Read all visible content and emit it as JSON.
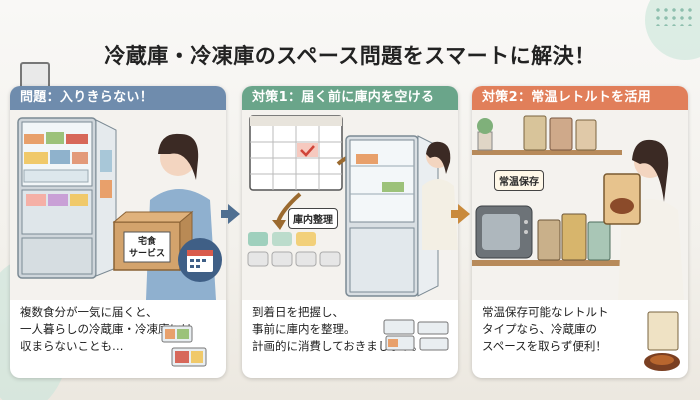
{
  "title": "冷蔵庫・冷凍庫のスペース問題をスマートに解決！",
  "panels": [
    {
      "heading": "問題：入りきらない！",
      "box_label_line1": "宅食",
      "box_label_line2": "サービス",
      "caption": [
        "複数食分が一気に届くと、",
        "一人暮らしの冷蔵庫・冷凍庫には",
        "収まらないことも…"
      ]
    },
    {
      "heading": "対策1：届く前に庫内を空ける",
      "tag": "庫内整理",
      "caption": [
        "到着日を把握し、",
        "事前に庫内を整理。",
        "計画的に消費しておきましょう。"
      ]
    },
    {
      "heading": "対策2：常温レトルトを活用",
      "tag": "常温保存",
      "caption": [
        "常温保存可能なレトルト",
        "タイプなら、冷蔵庫の",
        "スペースを取らず便利！"
      ]
    }
  ],
  "colors": {
    "panel1": "#6f8cad",
    "panel2": "#6aa58a",
    "panel3": "#e17f5a",
    "arrow1": "#4f6f91",
    "arrow2": "#c98a3c"
  },
  "icons": [
    "fridge-icon",
    "calendar-icon",
    "delivery-box-icon",
    "retort-pouch-icon",
    "food-container-icon",
    "arrow-right-icon"
  ]
}
